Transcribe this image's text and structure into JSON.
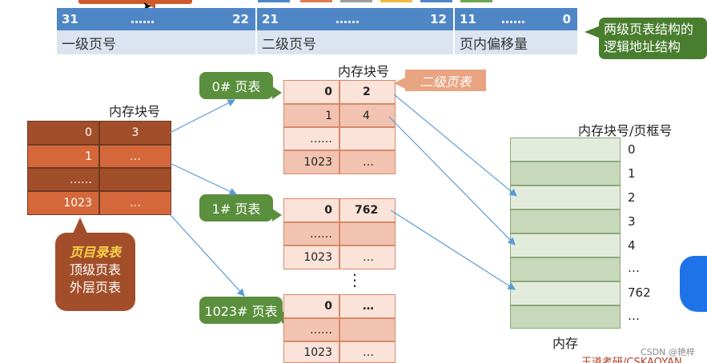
{
  "address_format": {
    "bits": [
      {
        "high": "31",
        "dots": "……",
        "low": "22",
        "label": "一级页号"
      },
      {
        "high": "21",
        "dots": "……",
        "low": "12",
        "label": "二级页号"
      },
      {
        "high": "11",
        "dots": "……",
        "low": "0",
        "label": "页内偏移量"
      }
    ],
    "note_line1": "两级页表结构的",
    "note_line2": "逻辑地址结构"
  },
  "page_directory": {
    "header": "内存块号",
    "rows": [
      {
        "idx": "0",
        "val": "3"
      },
      {
        "idx": "1",
        "val": "…"
      },
      {
        "idx": "……",
        "val": ""
      },
      {
        "idx": "1023",
        "val": "…"
      }
    ],
    "callout_line1": "页目录表",
    "callout_line2": "顶级页表",
    "callout_line3": "外层页表"
  },
  "second_level": {
    "header": "内存块号",
    "tag": "二级页表",
    "tables": [
      {
        "label": "0# 页表",
        "rows": [
          {
            "idx": "0",
            "val": "2"
          },
          {
            "idx": "1",
            "val": "4"
          },
          {
            "idx": "……",
            "val": ""
          },
          {
            "idx": "1023",
            "val": "…"
          }
        ]
      },
      {
        "label": "1# 页表",
        "rows": [
          {
            "idx": "0",
            "val": "762"
          },
          {
            "idx": "……",
            "val": ""
          },
          {
            "idx": "1023",
            "val": "…"
          }
        ]
      },
      {
        "label": "1023# 页表",
        "rows": [
          {
            "idx": "0",
            "val": "…"
          },
          {
            "idx": "……",
            "val": ""
          },
          {
            "idx": "1023",
            "val": "…"
          }
        ]
      }
    ],
    "vertical_dots": "⋮"
  },
  "memory": {
    "header": "内存块号/页框号",
    "labels": [
      "0",
      "1",
      "2",
      "3",
      "4",
      "…",
      "762",
      "…"
    ],
    "caption": "内存"
  },
  "watermark": "CSDN @艳梓",
  "footer_partial": "王道考研/CSKAOYAN"
}
